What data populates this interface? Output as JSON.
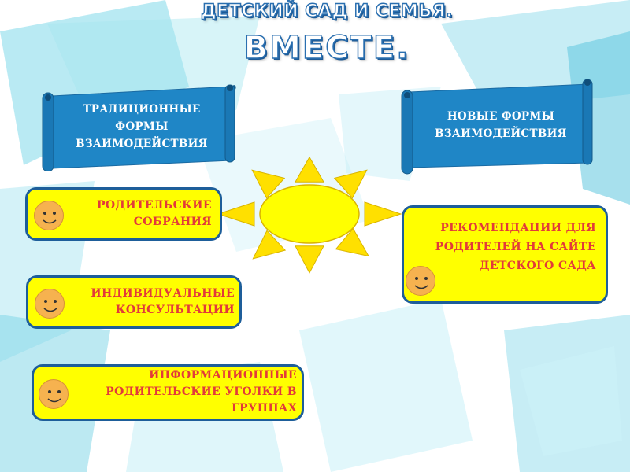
{
  "header": {
    "line1": "ДЕТСКИЙ САД И СЕМЬЯ.",
    "line2": "ВМЕСТЕ."
  },
  "scrolls": {
    "traditional": "ТРАДИЦИОННЫЕ ФОРМЫ ВЗАИМОДЕЙСТВИЯ",
    "new": "НОВЫЕ ФОРМЫ ВЗАИМОДЕЙСТВИЯ"
  },
  "cards": {
    "meetings": "РОДИТЕЛЬСКИЕ СОБРАНИЯ",
    "consultations": "ИНДИВИДУАЛЬНЫЕ КОНСУЛЬТАЦИИ",
    "corners": "ИНФОРМАЦИОННЫЕ РОДИТЕЛЬСКИЕ УГОЛКИ В ГРУППАХ",
    "website": "РЕКОМЕНДАЦИИ ДЛЯ РОДИТЕЛЕЙ  НА САЙТЕ ДЕТСКОГО САДА"
  },
  "colors": {
    "scroll_fill": "#1f86c6",
    "card_fill": "#ffff00",
    "card_border": "#1e5e9a",
    "card_text": "#e23a3a",
    "sun_fill": "#ffff00",
    "sun_ray": "#ffe000",
    "smiley_fill": "#f6b24f"
  },
  "icons": [
    "smiley-icon",
    "sun-icon"
  ]
}
